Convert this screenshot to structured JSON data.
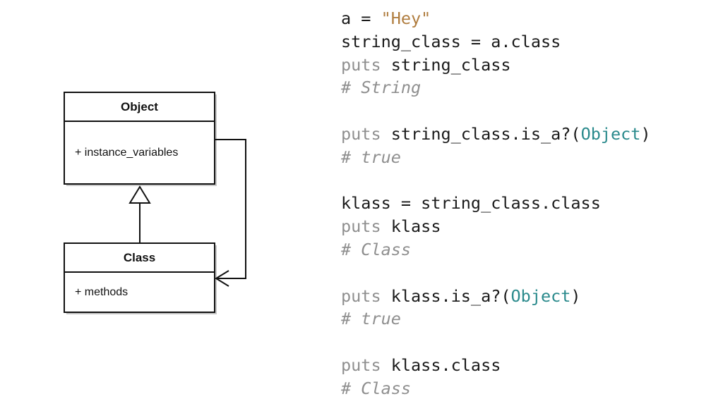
{
  "diagram": {
    "object_box": {
      "title": "Object",
      "member": "+ instance_variables"
    },
    "class_box": {
      "title": "Class",
      "member": "+ methods"
    }
  },
  "code_lines": [
    [
      {
        "t": "plain",
        "v": "a = "
      },
      {
        "t": "str",
        "v": "\"Hey\""
      }
    ],
    [
      {
        "t": "plain",
        "v": "string_class = a.class"
      }
    ],
    [
      {
        "t": "kw",
        "v": "puts"
      },
      {
        "t": "plain",
        "v": " string_class"
      }
    ],
    [
      {
        "t": "comment",
        "v": "# String"
      }
    ],
    [],
    [
      {
        "t": "kw",
        "v": "puts"
      },
      {
        "t": "plain",
        "v": " string_class.is_a?("
      },
      {
        "t": "const",
        "v": "Object"
      },
      {
        "t": "plain",
        "v": ")"
      }
    ],
    [
      {
        "t": "comment",
        "v": "# true"
      }
    ],
    [],
    [
      {
        "t": "plain",
        "v": "klass = string_class.class"
      }
    ],
    [
      {
        "t": "kw",
        "v": "puts"
      },
      {
        "t": "plain",
        "v": " klass"
      }
    ],
    [
      {
        "t": "comment",
        "v": "# Class"
      }
    ],
    [],
    [
      {
        "t": "kw",
        "v": "puts"
      },
      {
        "t": "plain",
        "v": " klass.is_a?("
      },
      {
        "t": "const",
        "v": "Object"
      },
      {
        "t": "plain",
        "v": ")"
      }
    ],
    [
      {
        "t": "comment",
        "v": "# true"
      }
    ],
    [],
    [
      {
        "t": "kw",
        "v": "puts"
      },
      {
        "t": "plain",
        "v": " klass.class"
      }
    ],
    [
      {
        "t": "comment",
        "v": "# Class"
      }
    ]
  ]
}
